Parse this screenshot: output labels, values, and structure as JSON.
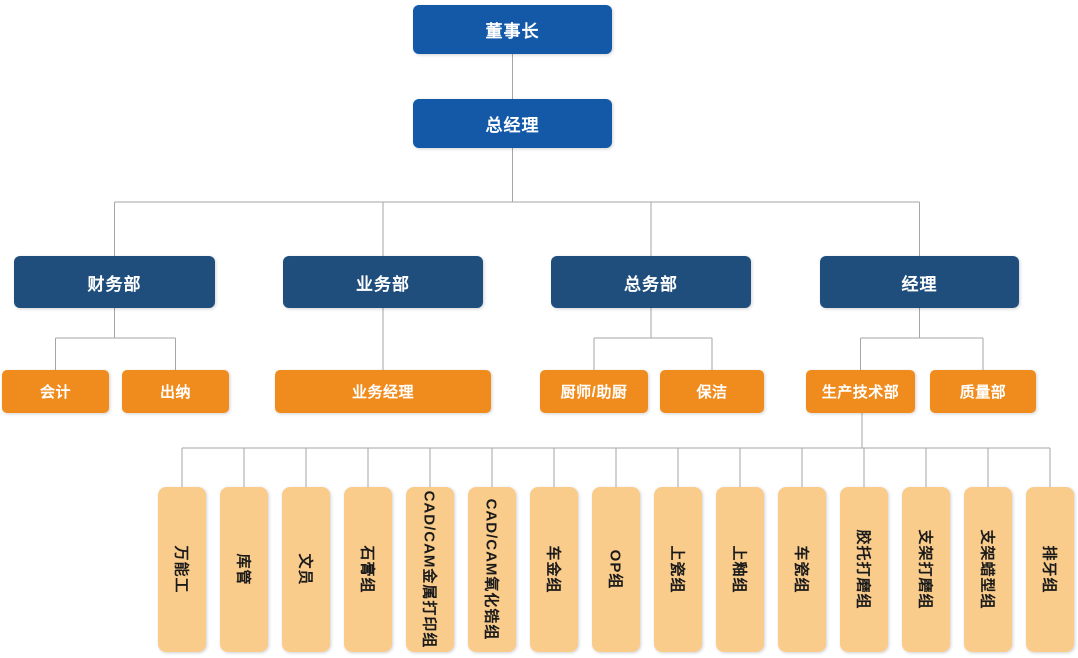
{
  "colors": {
    "top_blue": "#1359a8",
    "dept_navy": "#1f4e7d",
    "role_orange": "#f08c1e",
    "group_tan": "#facc8b",
    "connector_gray": "#a6a6a6",
    "text_light": "#ffffff",
    "text_dark": "#1a1a1a"
  },
  "org": {
    "level1": {
      "label": "董事长"
    },
    "level2": {
      "label": "总经理"
    },
    "level3": [
      {
        "label": "财务部"
      },
      {
        "label": "业务部"
      },
      {
        "label": "总务部"
      },
      {
        "label": "经理"
      }
    ],
    "level4": [
      {
        "label": "会计"
      },
      {
        "label": "出纳"
      },
      {
        "label": "业务经理"
      },
      {
        "label": "厨师/助厨"
      },
      {
        "label": "保洁"
      },
      {
        "label": "生产技术部"
      },
      {
        "label": "质量部"
      }
    ],
    "level5": [
      {
        "label": "万能工"
      },
      {
        "label": "库管"
      },
      {
        "label": "文员"
      },
      {
        "label": "石膏组"
      },
      {
        "label": "CAD/CAM金属打印组"
      },
      {
        "label": "CAD/CAM氧化锆组"
      },
      {
        "label": "车金组"
      },
      {
        "label": "OP组"
      },
      {
        "label": "上瓷组"
      },
      {
        "label": "上釉组"
      },
      {
        "label": "车瓷组"
      },
      {
        "label": "胶托打磨组"
      },
      {
        "label": "支架打磨组"
      },
      {
        "label": "支架蜡型组"
      },
      {
        "label": "排牙组"
      }
    ]
  }
}
